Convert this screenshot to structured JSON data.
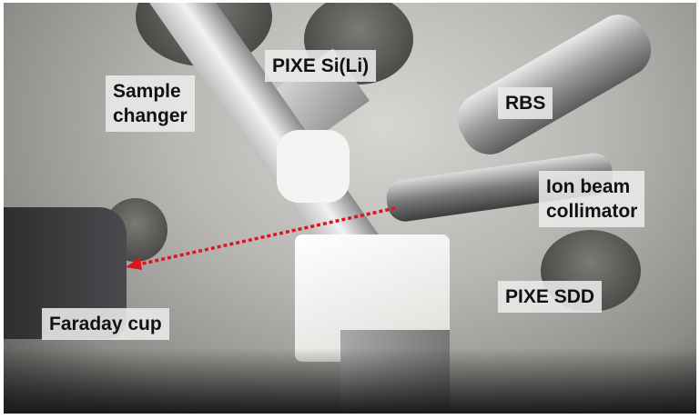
{
  "labels": {
    "pixe_sili": "PIXE Si(Li)",
    "sample_changer_line1": "Sample",
    "sample_changer_line2": "changer",
    "rbs": "RBS",
    "ion_beam_line1": "Ion beam",
    "ion_beam_line2": "collimator",
    "pixe_sdd": "PIXE SDD",
    "faraday_cup": "Faraday cup"
  },
  "colors": {
    "beam_arrow": "#e0141e"
  }
}
